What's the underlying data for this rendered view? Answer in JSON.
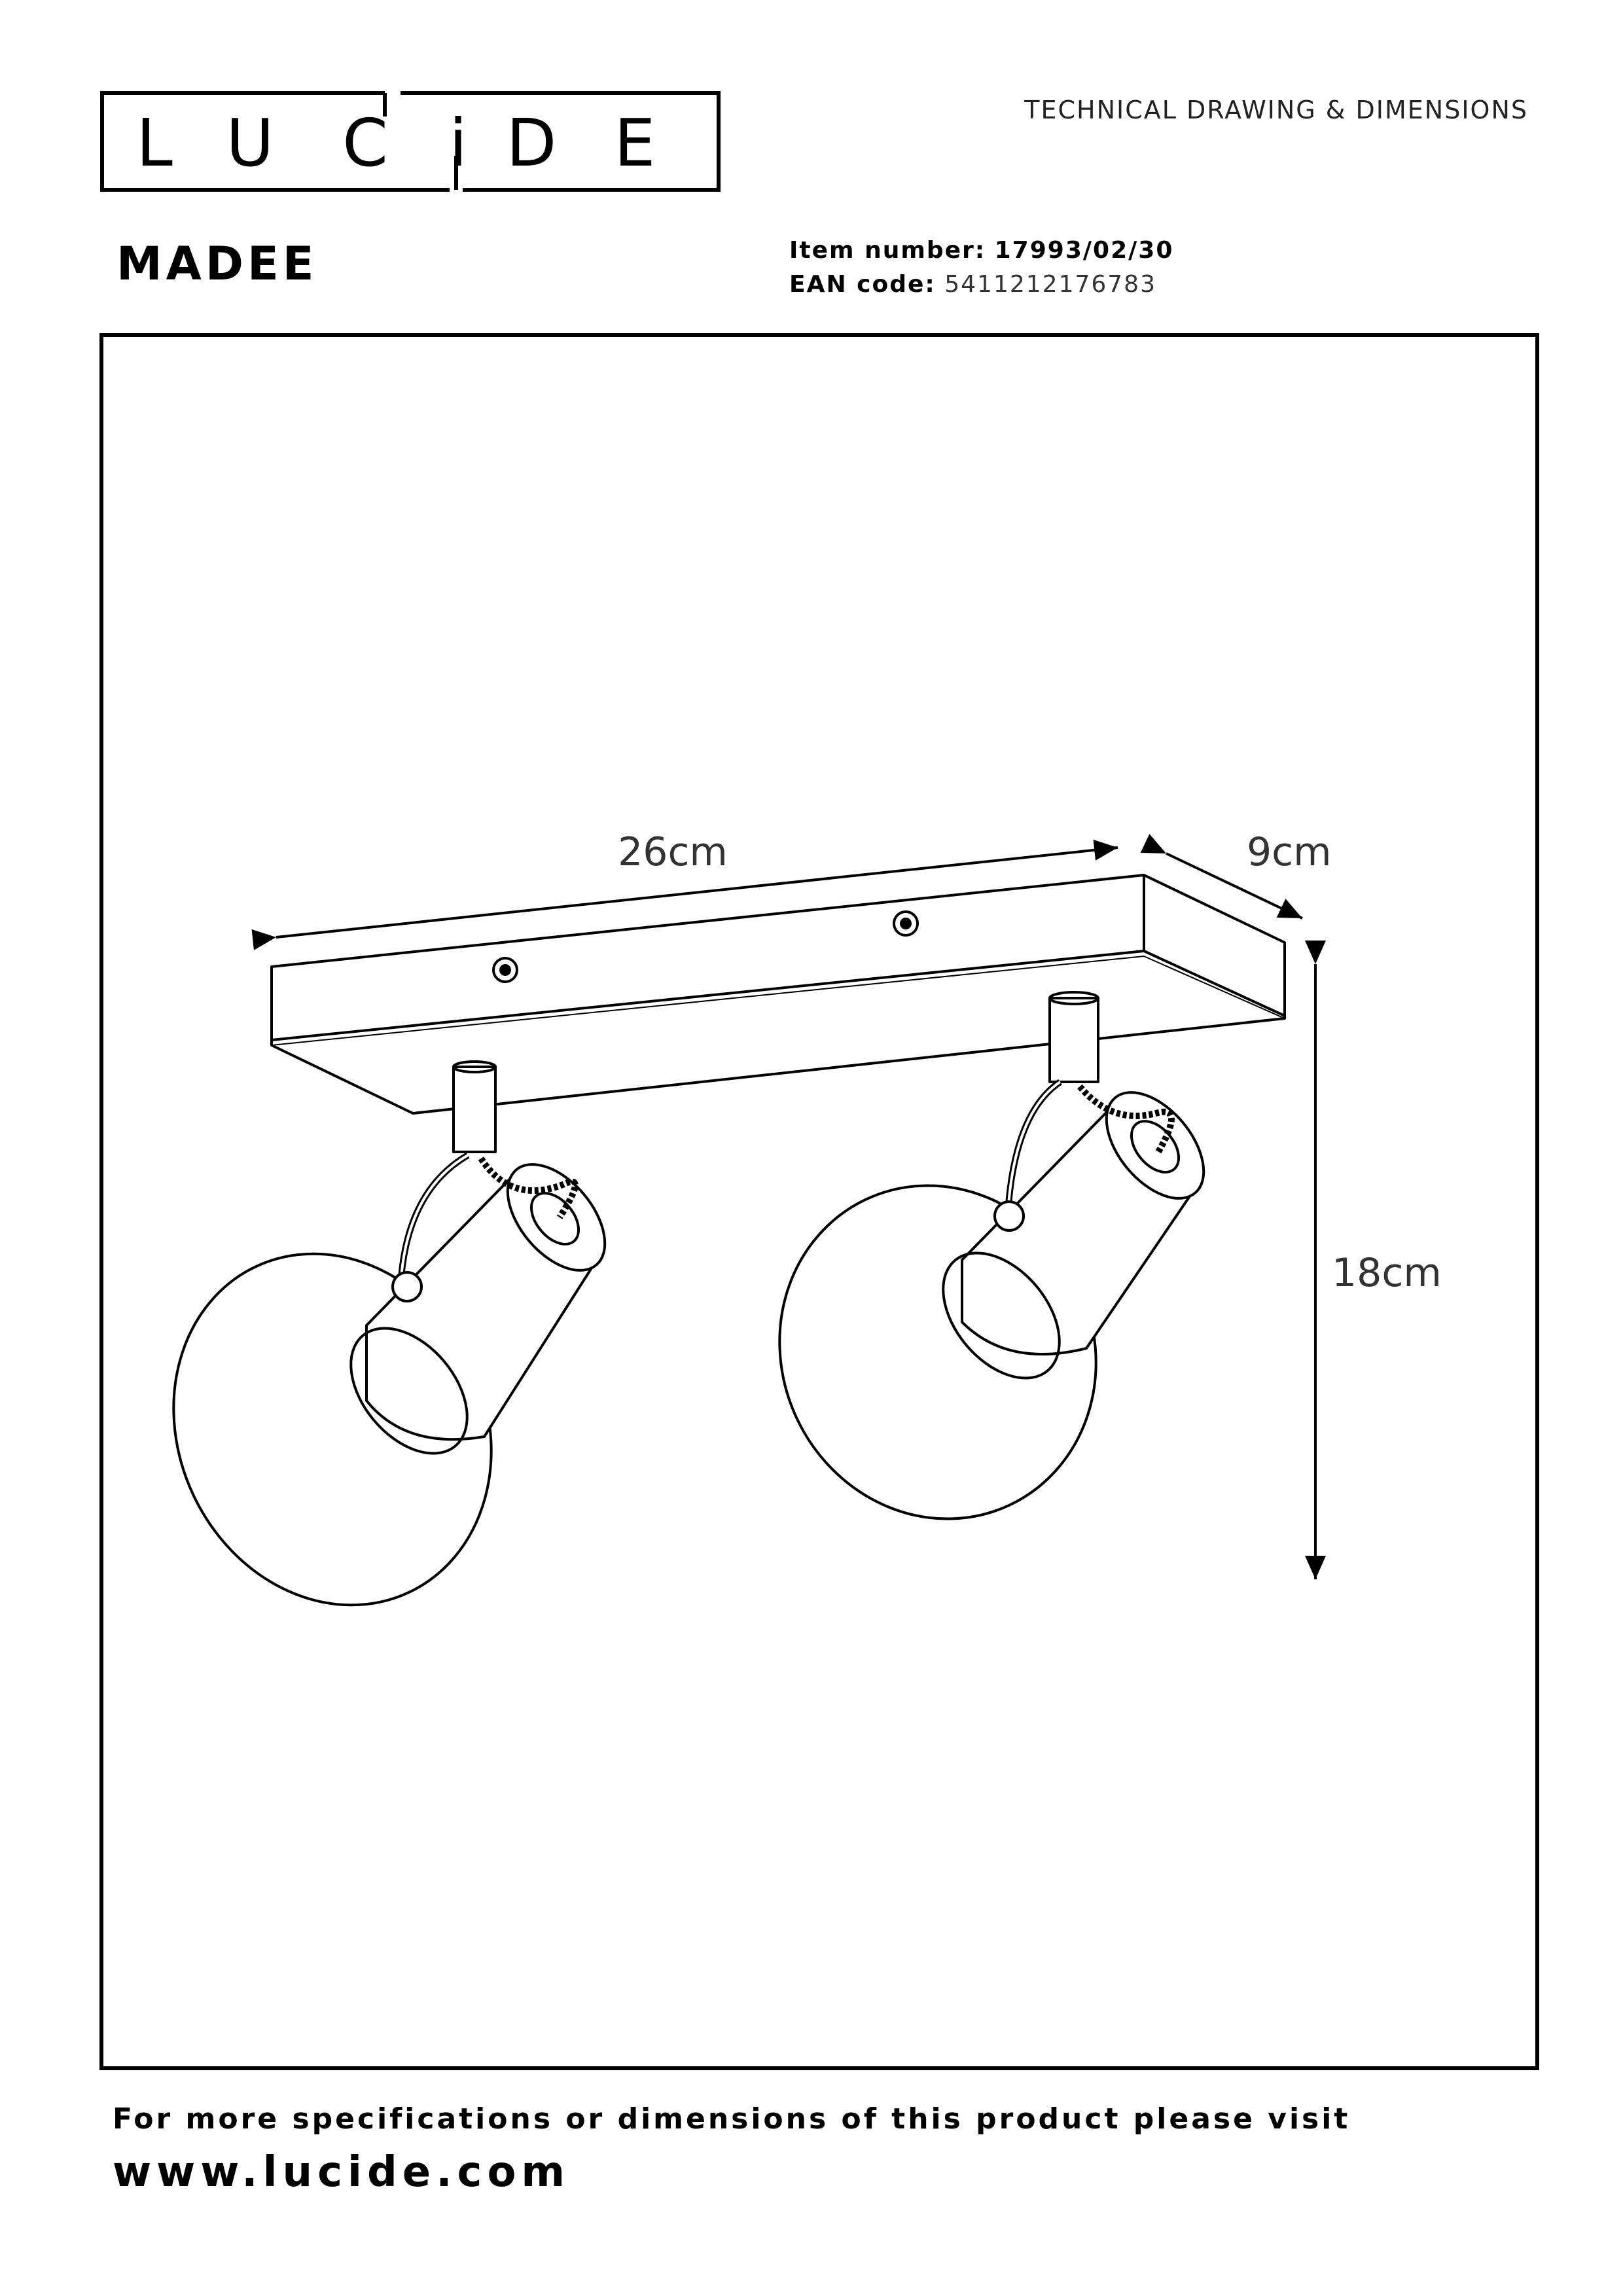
{
  "header": {
    "logo_text": "LUCIDE",
    "logo_letters": [
      "L",
      "U",
      "C",
      "i",
      "D",
      "E"
    ],
    "doc_type": "TECHNICAL DRAWING & DIMENSIONS"
  },
  "product": {
    "name": "MADEE",
    "item_number_label": "Item number:",
    "item_number": "17993/02/30",
    "ean_label": "EAN code:",
    "ean": "5411212176783"
  },
  "dimensions": {
    "length": "26cm",
    "depth": "9cm",
    "height": "18cm"
  },
  "footer": {
    "text": "For more specifications or dimensions of this product please visit",
    "url": "www.lucide.com"
  }
}
